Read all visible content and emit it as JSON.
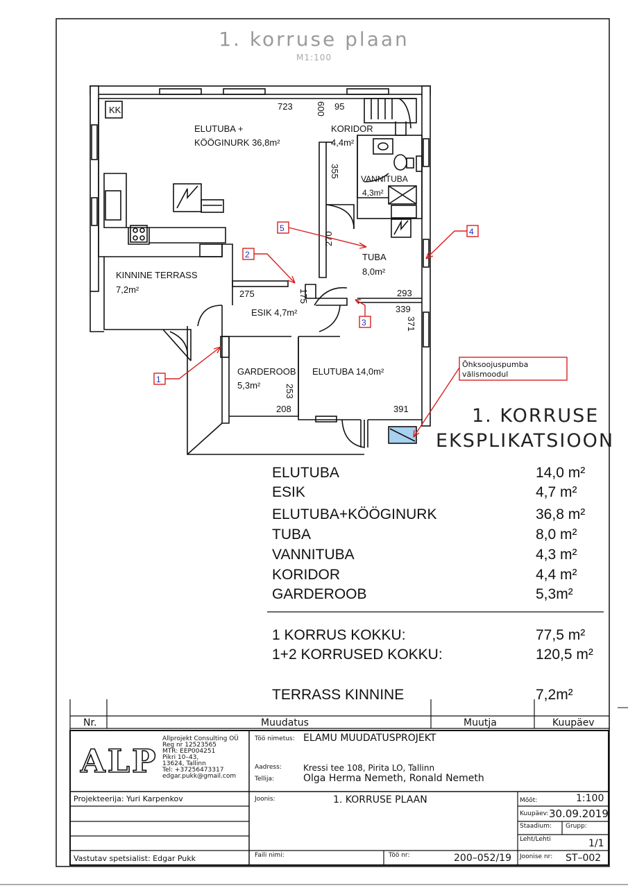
{
  "plan": {
    "title": "1. korruse plaan",
    "scale": "M1:100",
    "rooms": [
      {
        "id": "kitchen-living",
        "line1": "ELUTUBA +",
        "line2": "KÖÖGINURK 36,8m²"
      },
      {
        "id": "koridor",
        "line1": "KORIDOR",
        "line2": "4,4m²"
      },
      {
        "id": "vannituba",
        "line1": "VANNITUBA",
        "line2": "4,3m²"
      },
      {
        "id": "tuba",
        "line1": "TUBA",
        "line2": "8,0m²"
      },
      {
        "id": "terrass",
        "line1": "KINNINE TERRASS",
        "line2": "7,2m²"
      },
      {
        "id": "esik",
        "line1": "ESIK 4,7m²"
      },
      {
        "id": "garderoob",
        "line1": "GARDEROOB",
        "line2": "5,3m²"
      },
      {
        "id": "elutuba",
        "line1": "ELUTUBA 14,0m²"
      }
    ],
    "kk_label": "KK",
    "dimensions": [
      "723",
      "600",
      "95",
      "355",
      "270",
      "275",
      "175",
      "293",
      "339",
      "371",
      "253",
      "208",
      "391"
    ],
    "callouts": [
      "1",
      "2",
      "3",
      "4",
      "5"
    ],
    "heatpump_note": {
      "line1": "Õhksoojuspumba",
      "line2": "välismoodul"
    }
  },
  "explication": {
    "title_line1": "1. KORRUSE",
    "title_line2": "EKSPLIKATSIOON",
    "rows": [
      {
        "name": "ELUTUBA",
        "area": "14,0 m²"
      },
      {
        "name": "ESIK",
        "area": "4,7 m²"
      },
      {
        "name": "ELUTUBA+KÖÖGINURK",
        "area": "36,8 m²"
      },
      {
        "name": "TUBA",
        "area": "8,0 m²"
      },
      {
        "name": "VANNITUBA",
        "area": "4,3 m²"
      },
      {
        "name": "KORIDOR",
        "area": "4,4 m²"
      },
      {
        "name": "GARDEROOB",
        "area": "5,3m²"
      }
    ],
    "total1_label": "1 KORRUS KOKKU:",
    "total1_value": "77,5 m²",
    "total2_label": "1+2 KORRUSED KOKKU:",
    "total2_value": "120,5 m²",
    "terrace_label": "TERRASS KINNINE",
    "terrace_value": "7,2m²"
  },
  "revision_table": {
    "nr": "Nr.",
    "muudatus": "Muudatus",
    "muutja": "Muutja",
    "kuupaev": "Kuupäev"
  },
  "title_block": {
    "logo": "ALP",
    "company": [
      "Allprojekt Consulting OÜ",
      "Reg nr 12523565",
      "MTR: EEP004251",
      "Pikri 10–43,",
      "13624, Tallinn",
      "Tel: +37256473317",
      "edgar.pukk@gmail.com"
    ],
    "work_name_label": "Töö nimetus:",
    "work_name": "ELAMU MUUDATUSPROJEKT",
    "address_label": "Aadress:",
    "address": "Kressi tee 108, Pirita LO, Tallinn",
    "client_label": "Tellija:",
    "client": "Olga Herma Nemeth, Ronald Nemeth",
    "designer": "Projekteerija: Yuri Karpenkov",
    "drawing_label": "Joonis:",
    "drawing": "1. KORRUSE PLAAN",
    "scale_label": "Mõõt:",
    "scale": "1:100",
    "date_label": "Kuupäev:",
    "date": "30.09.2019",
    "stage_label": "Staadium:",
    "group_label": "Grupp:",
    "sheet_label": "Leht/Lehti",
    "sheet": "1/1",
    "specialist": "Vastutav spetsialist: Edgar Pukk",
    "file_label": "Faili nimi:",
    "job_label": "Töö nr:",
    "job": "200–052/19",
    "drawing_no_label": "Joonise nr:",
    "drawing_no": "ST–002"
  },
  "colors": {
    "callout": "#d81f1f",
    "callout_num": "#1f2fb8",
    "heatpump": "#a8d0ef"
  }
}
